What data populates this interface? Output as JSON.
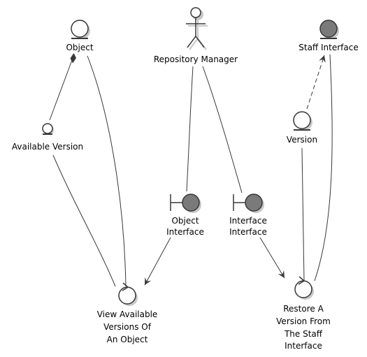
{
  "colors": {
    "stroke": "#383838",
    "dark_fill": "#7a7a7a",
    "light_fill": "#fefefe",
    "shadow": "#c8c8c8"
  },
  "nodes": [
    {
      "id": "object",
      "type": "entity",
      "filled": false,
      "label": "Object"
    },
    {
      "id": "available_version",
      "type": "entity-small",
      "filled": false,
      "label": "Available Version"
    },
    {
      "id": "repository_manager",
      "type": "actor",
      "filled": false,
      "label": "Repository Manager"
    },
    {
      "id": "staff_interface",
      "type": "entity",
      "filled": true,
      "label": "Staff Interface"
    },
    {
      "id": "version",
      "type": "entity",
      "filled": false,
      "label": "Version"
    },
    {
      "id": "object_interface",
      "type": "boundary",
      "filled": true,
      "label_lines": [
        "Object",
        "Interface"
      ]
    },
    {
      "id": "interface_interface",
      "type": "boundary",
      "filled": true,
      "label_lines": [
        "Interface",
        "Interface"
      ]
    },
    {
      "id": "view_versions",
      "type": "control",
      "filled": false,
      "label_lines": [
        "View Available",
        "Versions Of",
        "An Object"
      ]
    },
    {
      "id": "restore_version",
      "type": "control",
      "filled": false,
      "label_lines": [
        "Restore A",
        "Version From",
        "The Staff",
        "Interface"
      ]
    }
  ],
  "edges": [
    {
      "from": "available_version",
      "to": "object",
      "style": "composition"
    },
    {
      "from": "object",
      "to": "view_versions",
      "style": "plain"
    },
    {
      "from": "available_version",
      "to": "view_versions",
      "style": "plain"
    },
    {
      "from": "repository_manager",
      "to": "object_interface",
      "style": "plain"
    },
    {
      "from": "repository_manager",
      "to": "interface_interface",
      "style": "plain"
    },
    {
      "from": "object_interface",
      "to": "view_versions",
      "style": "arrow"
    },
    {
      "from": "interface_interface",
      "to": "restore_version",
      "style": "arrow"
    },
    {
      "from": "version",
      "to": "staff_interface",
      "style": "dashed-arrow"
    },
    {
      "from": "version",
      "to": "restore_version",
      "style": "plain"
    },
    {
      "from": "staff_interface",
      "to": "restore_version",
      "style": "plain"
    }
  ]
}
